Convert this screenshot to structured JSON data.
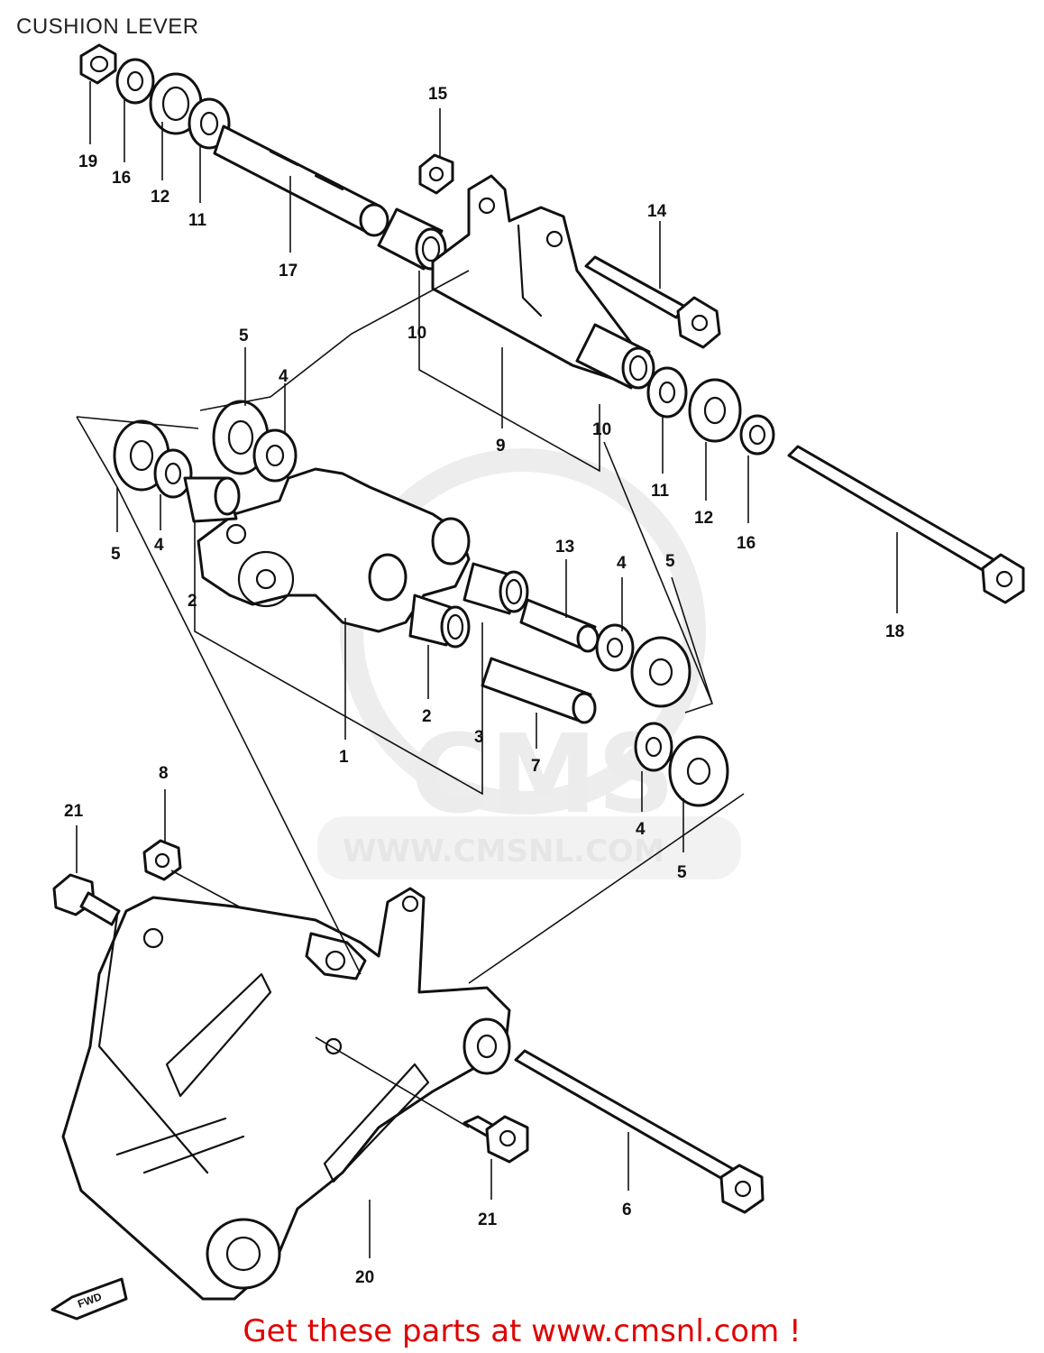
{
  "title": "CUSHION LEVER",
  "watermark": {
    "logo_text": "CMS",
    "site_text": "WWW.CMSNL.COM"
  },
  "footer": {
    "link_text": "Get these parts at www.cmsnl.com !",
    "color": "#e00000"
  },
  "direction_badge": "FWD",
  "callouts": {
    "c19": "19",
    "c16a": "16",
    "c12a": "12",
    "c11a": "11",
    "c17": "17",
    "c15": "15",
    "c14": "14",
    "c10a": "10",
    "c10b": "10",
    "c9": "9",
    "c11b": "11",
    "c12b": "12",
    "c16b": "16",
    "c18": "18",
    "c5a": "5",
    "c4a": "4",
    "c5b": "5",
    "c4b": "4",
    "c2a": "2",
    "c1": "1",
    "c2b": "2",
    "c3": "3",
    "c13": "13",
    "c4c": "4",
    "c5c": "5",
    "c7": "7",
    "c4d": "4",
    "c5d": "5",
    "c8": "8",
    "c21a": "21",
    "c21b": "21",
    "c6": "6",
    "c20": "20"
  }
}
